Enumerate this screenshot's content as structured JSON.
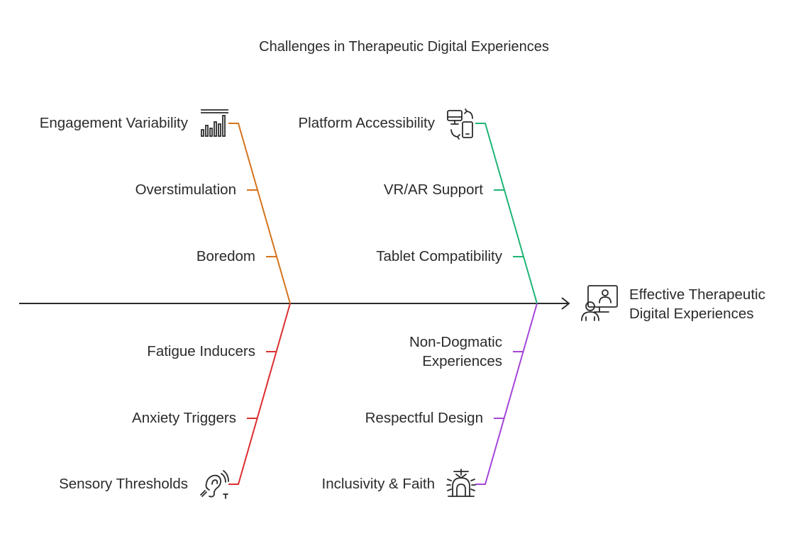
{
  "title": "Challenges in Therapeutic Digital Experiences",
  "effect": {
    "line1": "Effective Therapeutic",
    "line2": "Digital Experiences",
    "icon": "monitor-with-person-icon"
  },
  "categories": [
    {
      "id": "engagement",
      "label": "Engagement Variability",
      "icon": "bar-chart-icon",
      "color": "#d4731a",
      "causes": [
        "Overstimulation",
        "Boredom"
      ]
    },
    {
      "id": "platform",
      "label": "Platform Accessibility",
      "icon": "devices-sync-icon",
      "color": "#1fb574",
      "causes": [
        "VR/AR Support",
        "Tablet Compatibility"
      ]
    },
    {
      "id": "sensory",
      "label": "Sensory Thresholds",
      "icon": "ear-hearing-icon",
      "color": "#dc2f2f",
      "causes": [
        "Fatigue Inducers",
        "Anxiety Triggers"
      ]
    },
    {
      "id": "inclusivity",
      "label": "Inclusivity & Faith",
      "icon": "temple-icon",
      "color": "#a446d9",
      "causes": [
        "Non-Dogmatic Experiences",
        "Respectful Design"
      ]
    }
  ],
  "colors": {
    "spine": "#2b2b2b",
    "text": "#2b2b2b"
  }
}
